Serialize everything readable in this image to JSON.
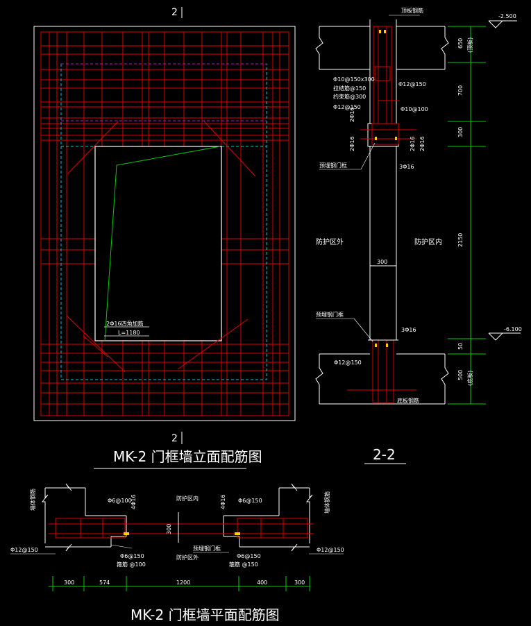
{
  "elevation": {
    "section_mark_top": "2",
    "section_mark_bottom": "2",
    "bar_note_line1": "2Φ16四角加筋",
    "bar_note_line2": "L=1180",
    "title": "MK-2 门框墙立面配筋图"
  },
  "section": {
    "title": "2-2",
    "label_top_slab": "顶板钢筋",
    "level_top": "-2.500",
    "level_bottom": "-6.100",
    "note_tie1": "Φ10@150x300",
    "note_tie2": "拉结筋@150",
    "note_tie3": "约束筋@300",
    "note_phi12_150_a": "Φ12@150",
    "note_phi12_150_b": "Φ12@150",
    "note_phi10_100": "Φ10@100",
    "note_2phi16": "2Φ16",
    "note_3phi16": "3Φ16",
    "note_3phi16_b": "3Φ16",
    "note_2phi16_b": "2Φ16",
    "note_2phi16_c": "2Φ16",
    "note_2phi16_d": "2Φ16",
    "note_steel_frame_top": "预埋钢门框",
    "note_steel_frame_bottom": "预埋钢门框",
    "label_outside": "防护区外",
    "label_inside": "防护区内",
    "dim_wall": "300",
    "dim_650": "650",
    "dim_700": "700",
    "dim_300": "300",
    "dim_2150": "2150",
    "dim_50": "50",
    "dim_500": "500",
    "dim_tag_top": "(顶板)",
    "dim_tag_bottom": "(底板)",
    "label_bottom_slab": "底板钢筋",
    "phi12_150_bottom": "Φ12@150"
  },
  "plan": {
    "title": "MK-2 门框墙平面配筋图",
    "label_outside": "防护区外",
    "label_inside": "防护区内",
    "steel_frame": "预埋钢门框",
    "wall_rebar_left": "墙体钢筋",
    "wall_rebar_right": "墙体钢筋",
    "phi6_100": "Φ6@100",
    "phi6_150": "Φ6@150",
    "phi6_150_b": "Φ6@150",
    "phi6_150_c": "Φ6@150",
    "hook_100": "箍筋 @100",
    "hook_150": "箍筋 @150",
    "phi12_150_left": "Φ12@150",
    "phi12_150_right": "Φ12@150",
    "phi16_left": "4Φ16",
    "phi16_right": "4Φ16",
    "dim_300": "300",
    "dims": [
      "300",
      "574",
      "1200",
      "400",
      "300"
    ]
  }
}
